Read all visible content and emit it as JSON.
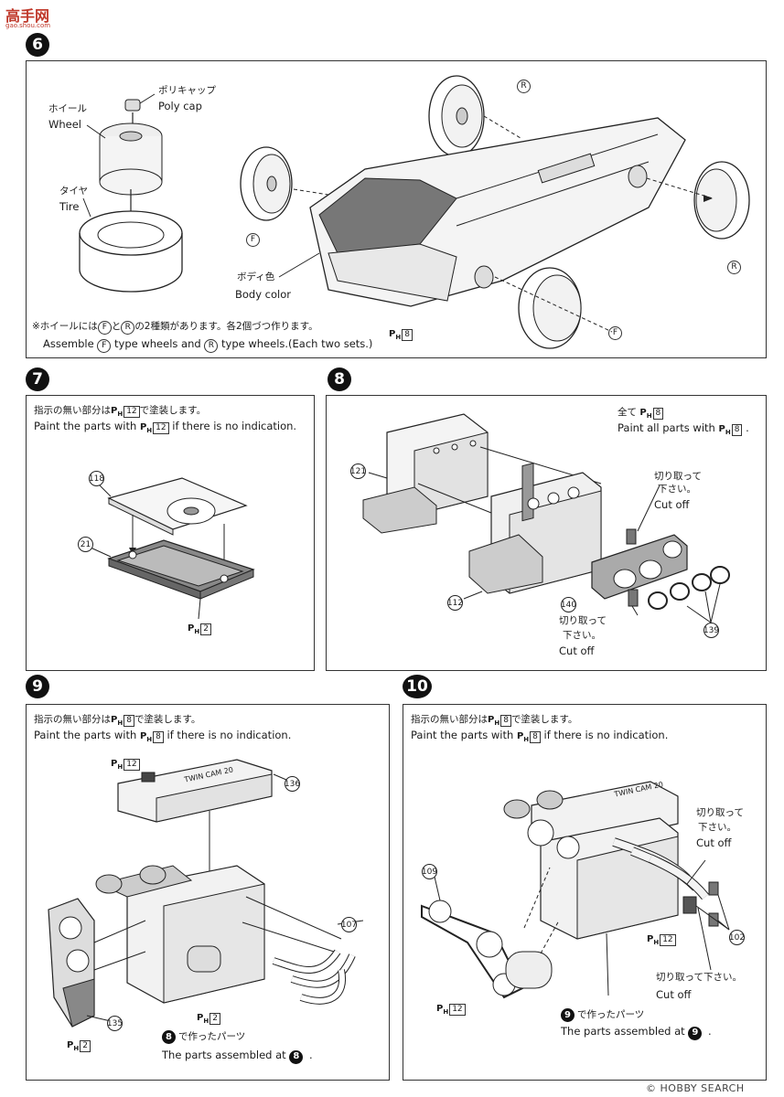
{
  "site_logo": {
    "text": "高手网",
    "sub": "gao.shou.com"
  },
  "watermark": "© HOBBY SEARCH",
  "step6": {
    "number": "6",
    "polycap_jp": "ポリキャップ",
    "polycap_en": "Poly cap",
    "wheel_jp": "ホイール",
    "wheel_en": "Wheel",
    "tire_jp": "タイヤ",
    "tire_en": "Tire",
    "body_color_jp": "ボディ色",
    "body_color_en": "Body color",
    "label_R": "R",
    "label_F": "F",
    "paint_code": "8",
    "note_jp_1": "※ホイールには",
    "note_jp_2": "と",
    "note_jp_3": "の2種類があります。各2個づつ作ります。",
    "note_en_1": "Assemble",
    "note_en_2": "type wheels and",
    "note_en_3": "type wheels.(Each two sets.)"
  },
  "step7": {
    "number": "7",
    "instr_jp_1": "指示の無い部分は",
    "instr_jp_2": "で塗装します。",
    "instr_en_1": "Paint the parts with",
    "instr_en_2": "if there is no indication.",
    "paint_code": "12",
    "part_118": "118",
    "part_21": "21",
    "paint_bottom": "2"
  },
  "step8": {
    "number": "8",
    "all_jp": "全て",
    "all_en_1": "Paint all parts with",
    "all_en_2": ".",
    "paint_code": "8",
    "cutoff_jp_1": "切り取って",
    "cutoff_jp_2": "下さい。",
    "cutoff_en": "Cut off",
    "part_121": "121",
    "part_112": "112",
    "part_140": "140",
    "part_139": "139"
  },
  "step9": {
    "number": "9",
    "instr_jp_1": "指示の無い部分は",
    "instr_jp_2": "で塗装します。",
    "instr_en_1": "Paint the parts with",
    "instr_en_2": "if there is no indication.",
    "paint_code": "8",
    "cap_paint": "12",
    "cover_text": "TWIN CAM 20",
    "part_136": "136",
    "part_107": "107",
    "part_135": "135",
    "paint_2a": "2",
    "paint_2b": "2",
    "made_in_jp": "で作ったパーツ",
    "made_in_en": "The parts assembled at",
    "made_in_step": "8"
  },
  "step10": {
    "number": "10",
    "instr_jp_1": "指示の無い部分は",
    "instr_jp_2": "で塗装します。",
    "instr_en_1": "Paint the parts with",
    "instr_en_2": "if there is no indication.",
    "paint_code": "8",
    "cover_text": "TWIN CAM 20",
    "cutoff_jp_1": "切り取って",
    "cutoff_jp_2": "下さい。",
    "cutoff_en": "Cut off",
    "cutoff2_jp": "切り取って下さい。",
    "cutoff2_en": "Cut off",
    "part_109": "109",
    "part_102": "102",
    "paint_12a": "12",
    "paint_12b": "12",
    "made_in_jp": "で作ったパーツ",
    "made_in_en": "The parts assembled at",
    "made_in_step": "9"
  }
}
